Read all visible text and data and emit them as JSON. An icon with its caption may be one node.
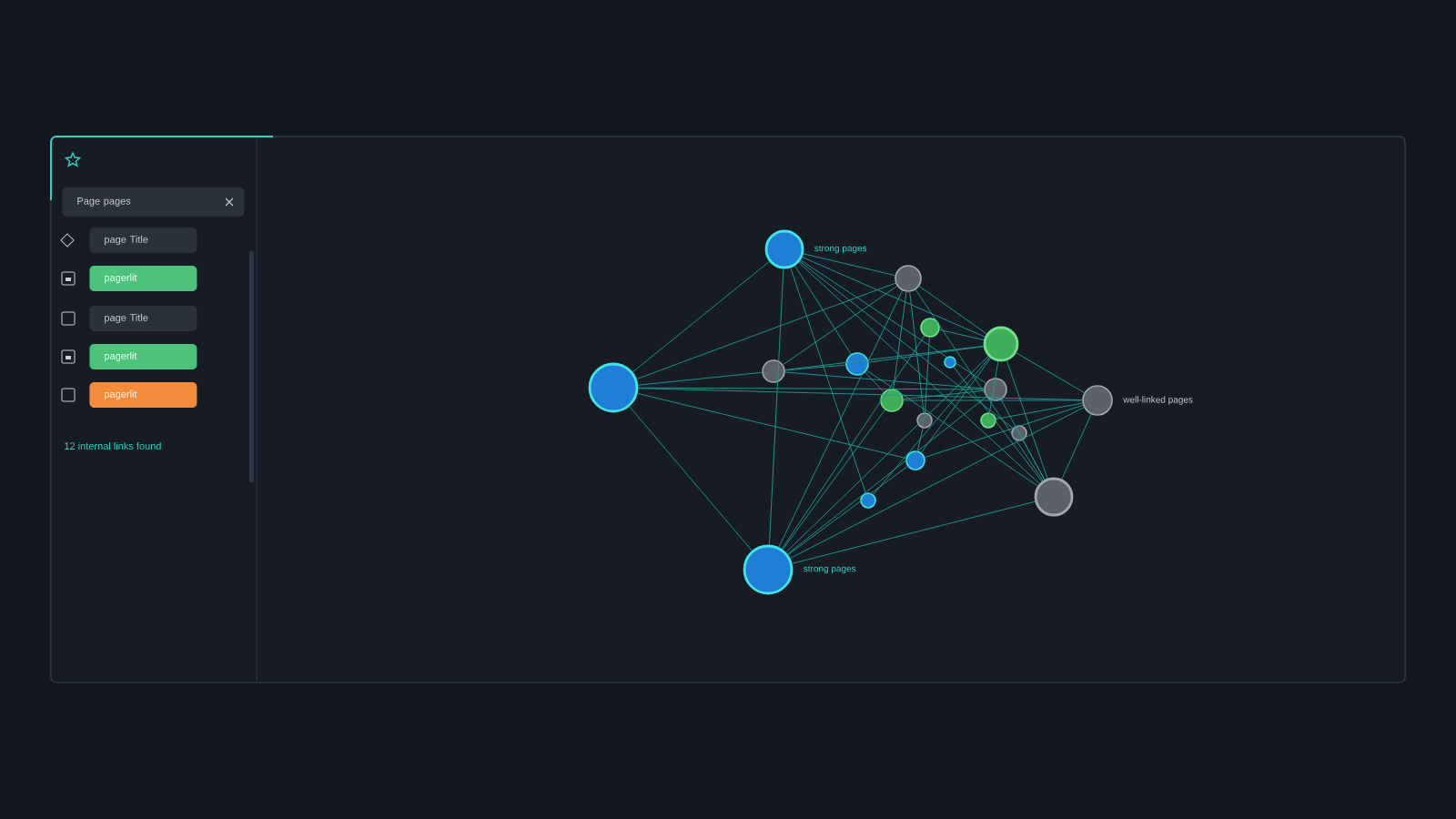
{
  "diagram": {
    "nodes": [
      {
        "text": [
          "Page pages"
        ]
      },
      {
        "text": [
          "page Title"
        ]
      },
      {
        "text": [
          "pagerlit"
        ]
      },
      {
        "text": [
          "page Title"
        ]
      },
      {
        "text": [
          "pagerlit"
        ]
      },
      {
        "text": [
          "pagerlit"
        ]
      },
      {
        "text": [],
        "shape": "circle"
      },
      {
        "text": [],
        "shape": "circle",
        "beside": [
          "strong pages"
        ]
      },
      {
        "text": [],
        "shape": "circle"
      },
      {
        "text": [],
        "shape": "circle"
      },
      {
        "text": [],
        "shape": "circle"
      },
      {
        "text": [],
        "shape": "circle"
      },
      {
        "text": [],
        "shape": "circle"
      },
      {
        "text": [],
        "shape": "circle"
      },
      {
        "text": [],
        "shape": "circle"
      },
      {
        "text": [],
        "shape": "circle"
      },
      {
        "text": [],
        "shape": "circle"
      },
      {
        "text": [],
        "shape": "circle"
      },
      {
        "text": [],
        "shape": "circle"
      },
      {
        "text": [],
        "shape": "circle",
        "beside": [
          "well-linked pages"
        ]
      },
      {
        "text": [],
        "shape": "circle"
      },
      {
        "text": [],
        "shape": "circle"
      },
      {
        "text": [],
        "shape": "circle"
      },
      {
        "text": [],
        "shape": "circle",
        "beside": [
          "strong pages"
        ]
      }
    ],
    "edges": [
      {
        "from": 6,
        "to": 7,
        "arrow": "none"
      },
      {
        "from": 6,
        "to": 8,
        "arrow": "none"
      },
      {
        "from": 6,
        "to": 9,
        "arrow": "none"
      },
      {
        "from": 6,
        "to": 15,
        "arrow": "none"
      },
      {
        "from": 6,
        "to": 19,
        "arrow": "none"
      },
      {
        "from": 6,
        "to": 20,
        "arrow": "none"
      },
      {
        "from": 6,
        "to": 23,
        "arrow": "none"
      },
      {
        "from": 7,
        "to": 8,
        "arrow": "none"
      },
      {
        "from": 7,
        "to": 10,
        "arrow": "none"
      },
      {
        "from": 7,
        "to": 12,
        "arrow": "none"
      },
      {
        "from": 7,
        "to": 15,
        "arrow": "none"
      },
      {
        "from": 7,
        "to": 21,
        "arrow": "none"
      },
      {
        "from": 7,
        "to": 22,
        "arrow": "none"
      },
      {
        "from": 7,
        "to": 23,
        "arrow": "none"
      },
      {
        "from": 7,
        "to": 18,
        "arrow": "none"
      },
      {
        "from": 23,
        "to": 14,
        "arrow": "none"
      },
      {
        "from": 23,
        "to": 12,
        "arrow": "none"
      },
      {
        "from": 23,
        "to": 15,
        "arrow": "none"
      },
      {
        "from": 23,
        "to": 19,
        "arrow": "none"
      },
      {
        "from": 23,
        "to": 22,
        "arrow": "none"
      },
      {
        "from": 23,
        "to": 20,
        "arrow": "none"
      },
      {
        "from": 23,
        "to": 8,
        "arrow": "none"
      },
      {
        "from": 23,
        "to": 11,
        "arrow": "none"
      },
      {
        "from": 8,
        "to": 9,
        "arrow": "none"
      },
      {
        "from": 8,
        "to": 14,
        "arrow": "none"
      },
      {
        "from": 8,
        "to": 16,
        "arrow": "none"
      },
      {
        "from": 8,
        "to": 22,
        "arrow": "none"
      },
      {
        "from": 8,
        "to": 12,
        "arrow": "none"
      },
      {
        "from": 9,
        "to": 10,
        "arrow": "none"
      },
      {
        "from": 9,
        "to": 15,
        "arrow": "none"
      },
      {
        "from": 9,
        "to": 12,
        "arrow": "none"
      },
      {
        "from": 10,
        "to": 14,
        "arrow": "none"
      },
      {
        "from": 10,
        "to": 12,
        "arrow": "none"
      },
      {
        "from": 10,
        "to": 22,
        "arrow": "none"
      },
      {
        "from": 11,
        "to": 16,
        "arrow": "none"
      },
      {
        "from": 11,
        "to": 12,
        "arrow": "none"
      },
      {
        "from": 12,
        "to": 21,
        "arrow": "none"
      },
      {
        "from": 12,
        "to": 22,
        "arrow": "none"
      },
      {
        "from": 12,
        "to": 17,
        "arrow": "none"
      },
      {
        "from": 12,
        "to": 19,
        "arrow": "none"
      },
      {
        "from": 12,
        "to": 20,
        "arrow": "none"
      },
      {
        "from": 14,
        "to": 15,
        "arrow": "none"
      },
      {
        "from": 14,
        "to": 19,
        "arrow": "none"
      },
      {
        "from": 20,
        "to": 19,
        "arrow": "none"
      },
      {
        "from": 20,
        "to": 16,
        "arrow": "none"
      },
      {
        "from": 22,
        "to": 19,
        "arrow": "none"
      },
      {
        "from": 22,
        "to": 18,
        "arrow": "none"
      },
      {
        "from": 22,
        "to": 15,
        "arrow": "none"
      },
      {
        "from": 22,
        "to": 13,
        "arrow": "none"
      },
      {
        "from": 17,
        "to": 19,
        "arrow": "none"
      }
    ],
    "labels": [
      "12 internal links found"
    ]
  }
}
